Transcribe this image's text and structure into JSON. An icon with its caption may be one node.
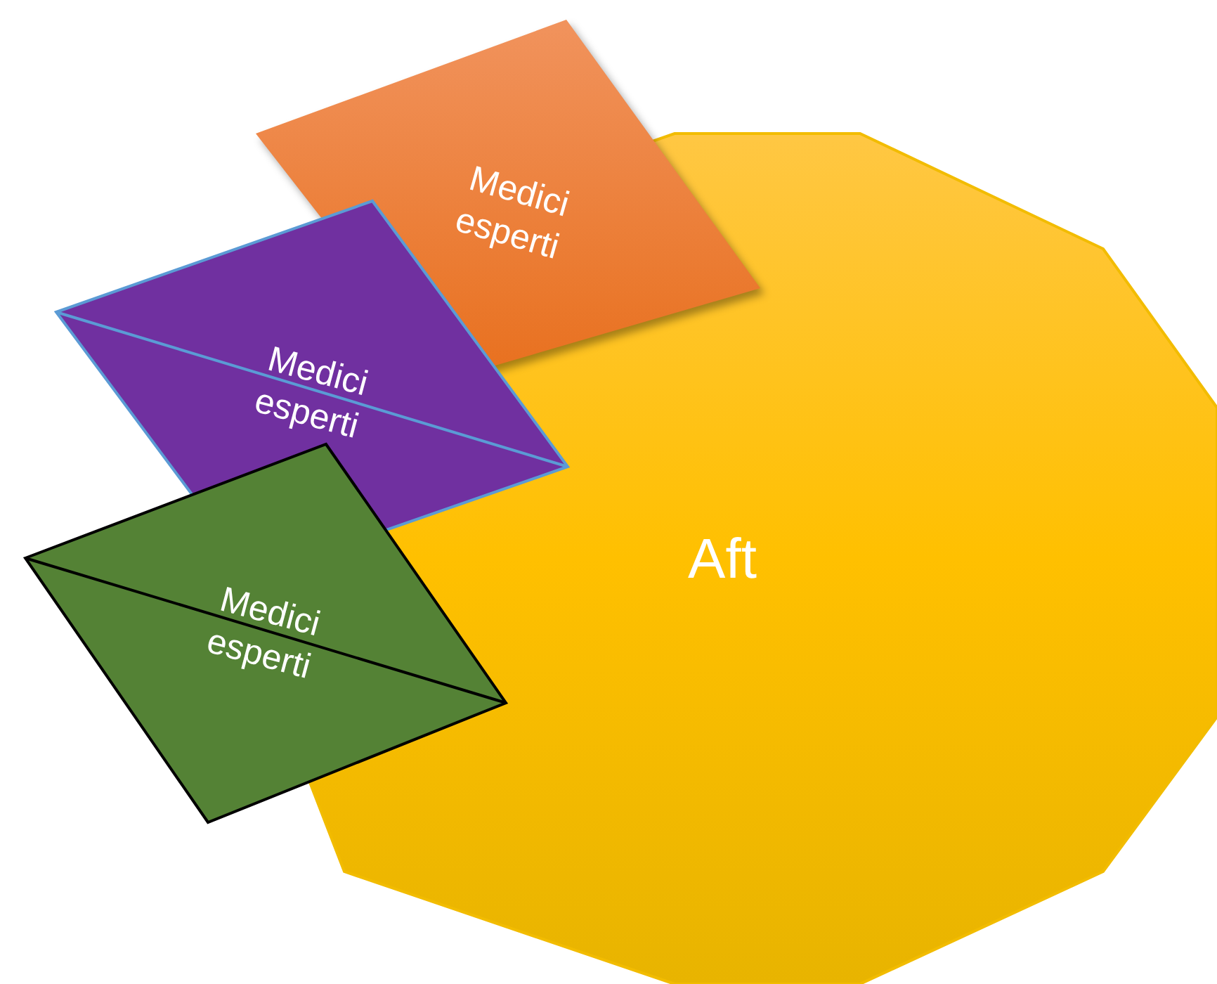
{
  "diagram": {
    "nodes": [
      {
        "text": [
          "Medici esperti"
        ]
      },
      {
        "text": [
          "Medici esperti"
        ]
      },
      {
        "text": [
          "Aft"
        ]
      },
      {
        "text": [
          "Medici esperti"
        ]
      }
    ]
  }
}
